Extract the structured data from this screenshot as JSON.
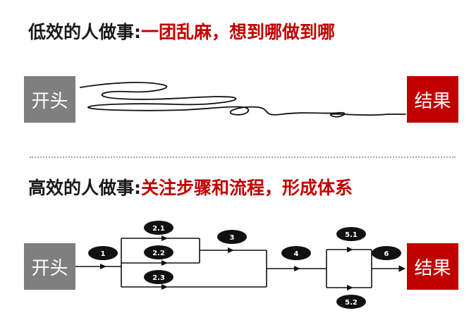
{
  "top": {
    "lead": "低效的人做事:",
    "highlight": "一团乱麻，想到哪做到哪",
    "start_label": "开头",
    "end_label": "结果"
  },
  "bottom": {
    "lead": "高效的人做事:",
    "highlight": "关注步骤和流程，形成体系",
    "start_label": "开头",
    "end_label": "结果",
    "steps": [
      "1",
      "2.1",
      "2.2",
      "2.3",
      "3",
      "4",
      "5.1",
      "5.2",
      "6"
    ]
  },
  "colors": {
    "accent": "#c00000",
    "start_box": "#7f7f7f",
    "text": "#1a1a1a"
  }
}
